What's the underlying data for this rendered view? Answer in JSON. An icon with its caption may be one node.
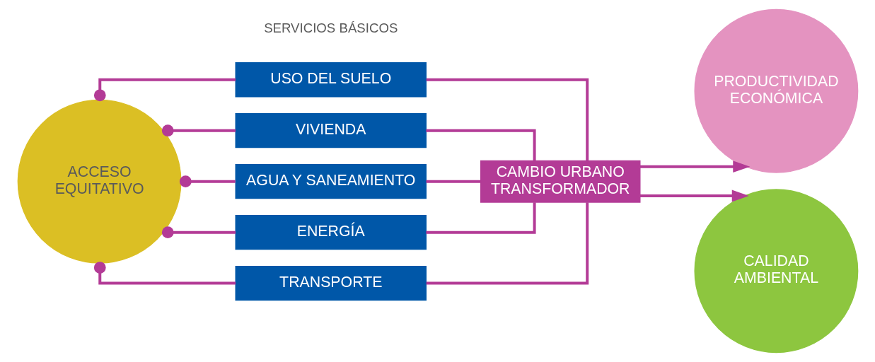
{
  "diagram": {
    "nodes": [
      {
        "text": [
          "ACCESO EQUITATIVO"
        ]
      },
      {
        "text": [
          "USO DEL SUELO"
        ]
      },
      {
        "text": [
          "VIVIENDA"
        ]
      },
      {
        "text": [
          "AGUA Y SANEAMIENTO"
        ]
      },
      {
        "text": [
          "ENERGÍA"
        ]
      },
      {
        "text": [
          "TRANSPORTE"
        ]
      },
      {
        "text": [
          "CAMBIO URBANO TRANSFORMADOR"
        ]
      },
      {
        "text": [
          "PRODUCTIVIDAD ECONÓMICA"
        ]
      },
      {
        "text": [
          "CALIDAD AMBIENTAL"
        ]
      }
    ],
    "edges": [
      {
        "from": 0,
        "to": 1,
        "arrow": "other"
      },
      {
        "from": 0,
        "to": 2,
        "arrow": "other"
      },
      {
        "from": 0,
        "to": 3,
        "arrow": "other"
      },
      {
        "from": 0,
        "to": 4,
        "arrow": "other"
      },
      {
        "from": 0,
        "to": 5,
        "arrow": "other"
      },
      {
        "from": 1,
        "to": 6,
        "arrow": "none"
      },
      {
        "from": 2,
        "to": 6,
        "arrow": "none"
      },
      {
        "from": 3,
        "to": 6,
        "arrow": "none"
      },
      {
        "from": 4,
        "to": 6,
        "arrow": "none"
      },
      {
        "from": 5,
        "to": 6,
        "arrow": "none"
      },
      {
        "from": 6,
        "to": 7,
        "arrow": "to"
      },
      {
        "from": 6,
        "to": 8,
        "arrow": "to"
      }
    ],
    "labels": [
      "SERVICIOS BÁSICOS"
    ]
  }
}
